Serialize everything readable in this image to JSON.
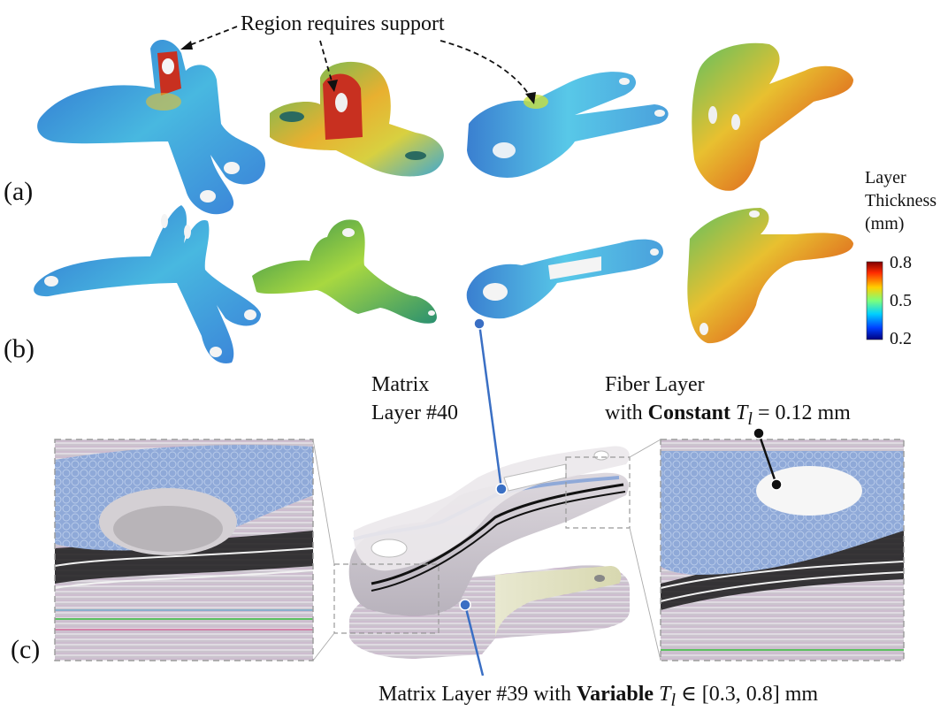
{
  "panel_labels": {
    "a": "(a)",
    "b": "(b)",
    "c": "(c)"
  },
  "callout_support": "Region requires support",
  "legend": {
    "title_line1": "Layer",
    "title_line2": "Thickness",
    "title_line3": "(mm)",
    "tick_max": "0.8",
    "tick_mid": "0.5",
    "tick_min": "0.2",
    "colors": [
      "#7f0000",
      "#ff2a00",
      "#ffd000",
      "#7cff7c",
      "#00d0ff",
      "#0040ff",
      "#00007f"
    ]
  },
  "annotations": {
    "matrix40_line1": "Matrix",
    "matrix40_line2": "Layer #40",
    "fiber_line1": "Fiber Layer",
    "fiber_prefix": "with ",
    "fiber_bold": "Constant",
    "fiber_sym": "T",
    "fiber_sub": "l",
    "fiber_value": " = 0.12 mm",
    "matrix39_prefix": "Matrix Layer #39 with ",
    "matrix39_bold": "Variable",
    "matrix39_sym": "T",
    "matrix39_sub": "l",
    "matrix39_range": " ∈ [0.3, 0.8] mm"
  },
  "palette": {
    "blue": "#2f7fd0",
    "cyan": "#3cc8e0",
    "green": "#55c85a",
    "yellow": "#e8d830",
    "red": "#c83020",
    "fiber_blue": "#8ea9d8",
    "fiber_black": "#1c1c1c",
    "matrix_grey": "#e4e0e4",
    "leader_blue": "#3a6fc4"
  }
}
